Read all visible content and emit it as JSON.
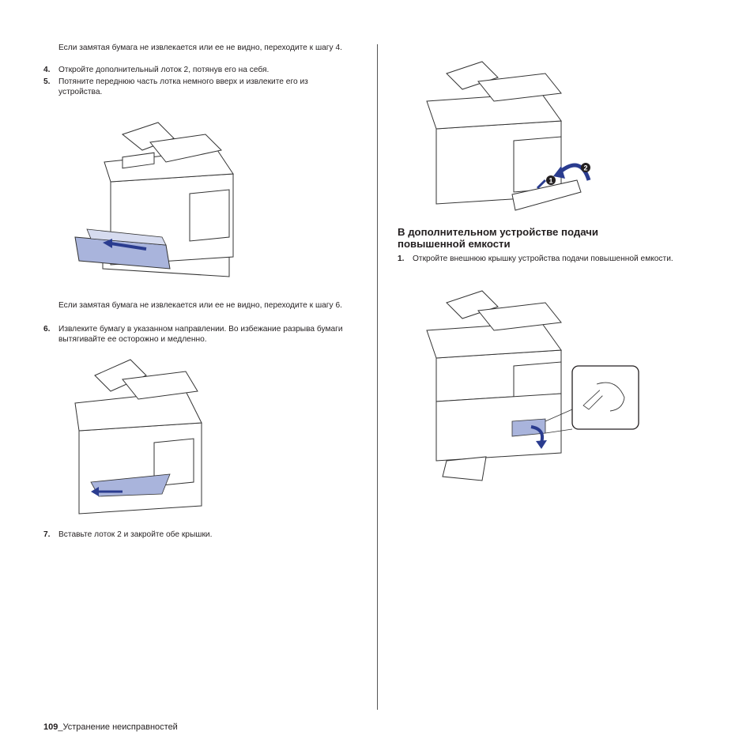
{
  "left_column": {
    "para1": "Если замятая бумага не извлекается или ее не видно, переходите к шагу 4.",
    "step4_num": "4.",
    "step4": "Откройте дополнительный лоток 2, потянув его на себя.",
    "step5_num": "5.",
    "step5": "Потяните переднюю часть лотка немного вверх и извлеките его из устройства.",
    "para2": "Если замятая бумага не извлекается или ее не видно, переходите к шагу 6.",
    "step6_num": "6.",
    "step6": "Извлеките бумагу в указанном направлении. Во избежание разрыва бумаги вытягивайте ее осторожно и медленно.",
    "step7_num": "7.",
    "step7": "Вставьте лоток 2 и закройте обе крышки."
  },
  "right_column": {
    "callout1": "1",
    "callout2": "2",
    "heading": "В дополнительном устройстве подачи повышенной емкости",
    "step1_num": "1.",
    "step1": "Откройте внешнюю крышку устройства подачи повышенной емкости."
  },
  "footer": {
    "page_number": "109",
    "section": "_Устранение неисправностей"
  },
  "colors": {
    "text": "#231f20",
    "highlight_blue": "#a9b4dc",
    "arrow_blue": "#2a3c8f"
  }
}
